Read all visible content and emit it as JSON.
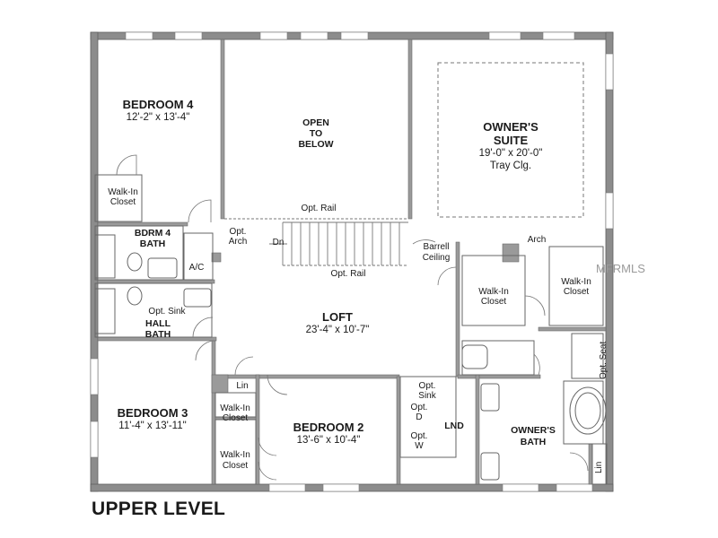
{
  "rooms": {
    "bedroom4": {
      "name": "BEDROOM 4",
      "size": "12'-2\" x 13'-4\""
    },
    "open_below": {
      "line1": "OPEN",
      "line2": "TO",
      "line3": "BELOW"
    },
    "owners_suite": {
      "line1": "OWNER'S",
      "line2": "SUITE",
      "size": "19'-0\" x 20'-0\"",
      "note": "Tray Clg."
    },
    "walkin_b4": {
      "line1": "Walk-In",
      "line2": "Closet"
    },
    "bdrm4_bath": {
      "line1": "BDRM 4",
      "line2": "BATH"
    },
    "ac": "A/C",
    "opt_arch": {
      "line1": "Opt.",
      "line2": "Arch"
    },
    "dn": "Dn",
    "opt_rail_top": "Opt. Rail",
    "opt_rail_bottom": "Opt. Rail",
    "barrell": {
      "line1": "Barrell",
      "line2": "Ceiling"
    },
    "arch": "Arch",
    "walkin_owner_left": {
      "line1": "Walk-In",
      "line2": "Closet"
    },
    "walkin_owner_right": {
      "line1": "Walk-In",
      "line2": "Closet"
    },
    "hall_bath": {
      "opt": "Opt. Sink",
      "line1": "HALL",
      "line2": "BATH"
    },
    "loft": {
      "name": "LOFT",
      "size": "23'-4\" x 10'-7\""
    },
    "opt_seat": "Opt. Seat",
    "lin_top": "Lin",
    "walkin_b3": {
      "line1": "Walk-In",
      "line2": "Closet"
    },
    "walkin_b2": {
      "line1": "Walk-In",
      "line2": "Closet"
    },
    "bedroom3": {
      "name": "BEDROOM 3",
      "size": "11'-4\" x 13'-11\""
    },
    "bedroom2": {
      "name": "BEDROOM 2",
      "size": "13'-6\" x 10'-4\""
    },
    "lnd_opts": {
      "sink1": "Opt.",
      "sink2": "Sink",
      "d1": "Opt.",
      "d2": "D",
      "w1": "Opt.",
      "w2": "W"
    },
    "lnd": "LND",
    "owners_bath": {
      "line1": "OWNER'S",
      "line2": "BATH"
    },
    "lin_bath": "Lin"
  },
  "level_title": "UPPER LEVEL",
  "watermark": "MFRMLS",
  "colors": {
    "wall": "#8a8a8a",
    "wall_outline": "#5f5f5f",
    "line": "#555555",
    "background": "#ffffff"
  }
}
